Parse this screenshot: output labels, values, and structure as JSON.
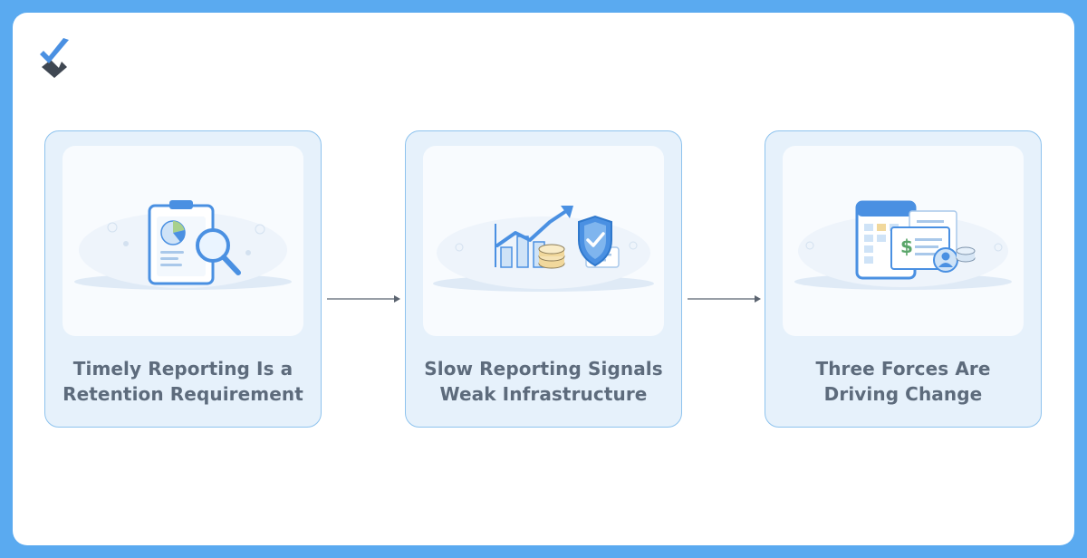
{
  "brand": {
    "logo_icon": "check-x-logo-icon"
  },
  "colors": {
    "frame": "#5aaaf0",
    "card_fill": "#e6f1fb",
    "card_border": "#8ec3ee",
    "title_text": "#5d6b7c",
    "accent_blue": "#4a90e2"
  },
  "steps": [
    {
      "line1": "Timely Reporting Is a",
      "line2": "Retention Requirement",
      "icon": "clipboard-chart-magnifier-icon"
    },
    {
      "line1": "Slow Reporting Signals",
      "line2": "Weak Infrastructure",
      "icon": "growth-chart-shield-coins-icon"
    },
    {
      "line1": "Three Forces Are",
      "line2": "Driving Change",
      "icon": "calculator-invoice-user-icon"
    }
  ],
  "connectors": [
    "arrow-right-icon",
    "arrow-right-icon"
  ]
}
